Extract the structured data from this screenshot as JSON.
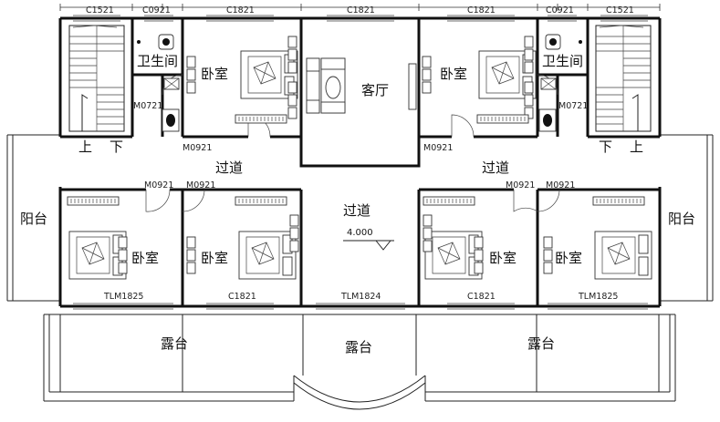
{
  "rooms": {
    "stair_left_label_up": "上",
    "stair_left_label_down": "下",
    "stair_right_label_down": "下",
    "stair_right_label_up": "上",
    "bathroom_left": "卫生间",
    "bathroom_right": "卫生间",
    "bedroom_top_left": "卧室",
    "living_room": "客厅",
    "bedroom_top_right": "卧室",
    "corridor_left": "过道",
    "corridor_right": "过道",
    "corridor_center": "过道",
    "bedroom_mid_1": "卧室",
    "bedroom_mid_2": "卧室",
    "bedroom_mid_3": "卧室",
    "bedroom_mid_4": "卧室",
    "balcony_left": "阳台",
    "balcony_right": "阳台",
    "terrace_left": "露台",
    "terrace_center": "露台",
    "terrace_right": "露台"
  },
  "elevation": "4.000",
  "codes": {
    "top_c1521_left": "C1521",
    "top_c0921_left": "C0921",
    "top_c1821_left": "C1821",
    "top_c1821_center": "C1821",
    "top_c1821_right": "C1821",
    "top_c0921_right": "C0921",
    "top_c1521_right": "C1521",
    "m0721_left": "M0721",
    "m0721_right": "M0721",
    "m0921_top_left": "M0921",
    "m0921_top_right": "M0921",
    "m0921_mid_1": "M0921",
    "m0921_mid_2": "M0921",
    "m0921_mid_3": "M0921",
    "m0921_mid_4": "M0921",
    "tlm1825_left": "TLM1825",
    "c1821_bottom_left": "C1821",
    "tlm1824_center": "TLM1824",
    "c1821_bottom_right": "C1821",
    "tlm1825_right": "TLM1825"
  }
}
